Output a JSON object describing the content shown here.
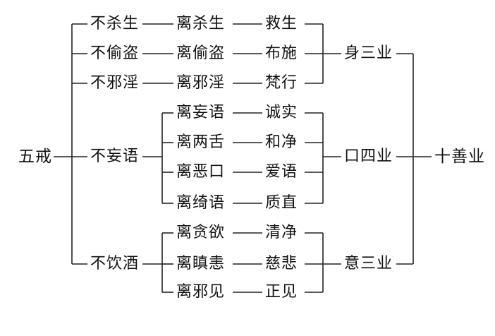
{
  "root": "五戒",
  "precepts": [
    {
      "label": "不杀生",
      "branches": [
        {
          "abstain": "离杀生",
          "virtue": "救生"
        }
      ],
      "karma": "身三业"
    },
    {
      "label": "不偷盗",
      "branches": [
        {
          "abstain": "离偷盗",
          "virtue": "布施"
        }
      ],
      "karma": "身三业"
    },
    {
      "label": "不邪淫",
      "branches": [
        {
          "abstain": "离邪淫",
          "virtue": "梵行"
        }
      ],
      "karma": "身三业"
    },
    {
      "label": "不妄语",
      "branches": [
        {
          "abstain": "离妄语",
          "virtue": "诚实"
        },
        {
          "abstain": "离两舌",
          "virtue": "和净"
        },
        {
          "abstain": "离恶口",
          "virtue": "爱语"
        },
        {
          "abstain": "离绮语",
          "virtue": "质直"
        }
      ],
      "karma": "口四业"
    },
    {
      "label": "不饮酒",
      "branches": [
        {
          "abstain": "离贪欲",
          "virtue": "清净"
        },
        {
          "abstain": "离瞋恚",
          "virtue": "慈悲"
        },
        {
          "abstain": "离邪见",
          "virtue": "正见"
        }
      ],
      "karma": "意三业"
    }
  ],
  "groups": {
    "body": "身三业",
    "speech": "口四业",
    "mind": "意三业"
  },
  "result": "十善业"
}
